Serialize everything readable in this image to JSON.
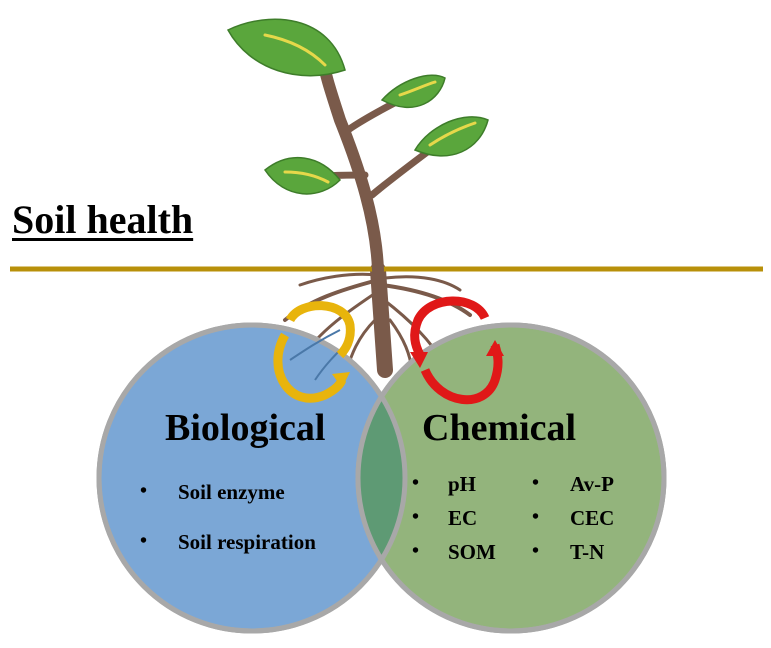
{
  "title": "Soil health",
  "biological": {
    "heading": "Biological",
    "items": [
      "Soil enzyme",
      "Soil respiration"
    ]
  },
  "chemical": {
    "heading": "Chemical",
    "items_left": [
      "pH",
      "EC",
      "SOM"
    ],
    "items_right": [
      "Av-P",
      "CEC",
      "T-N"
    ]
  },
  "bullet": "•",
  "colors": {
    "ground_line": "#b8900a",
    "biological_fill": "#7ba7d6",
    "chemical_fill": "#93b47c",
    "overlap_fill": "#5e9a74",
    "circle_border": "#a8a8a8",
    "stem": "#7a5a4a",
    "leaf": "#5aa63c",
    "leaf_vein": "#e6d84a",
    "arrow_bio": "#e8b40c",
    "arrow_chem": "#e01818"
  }
}
